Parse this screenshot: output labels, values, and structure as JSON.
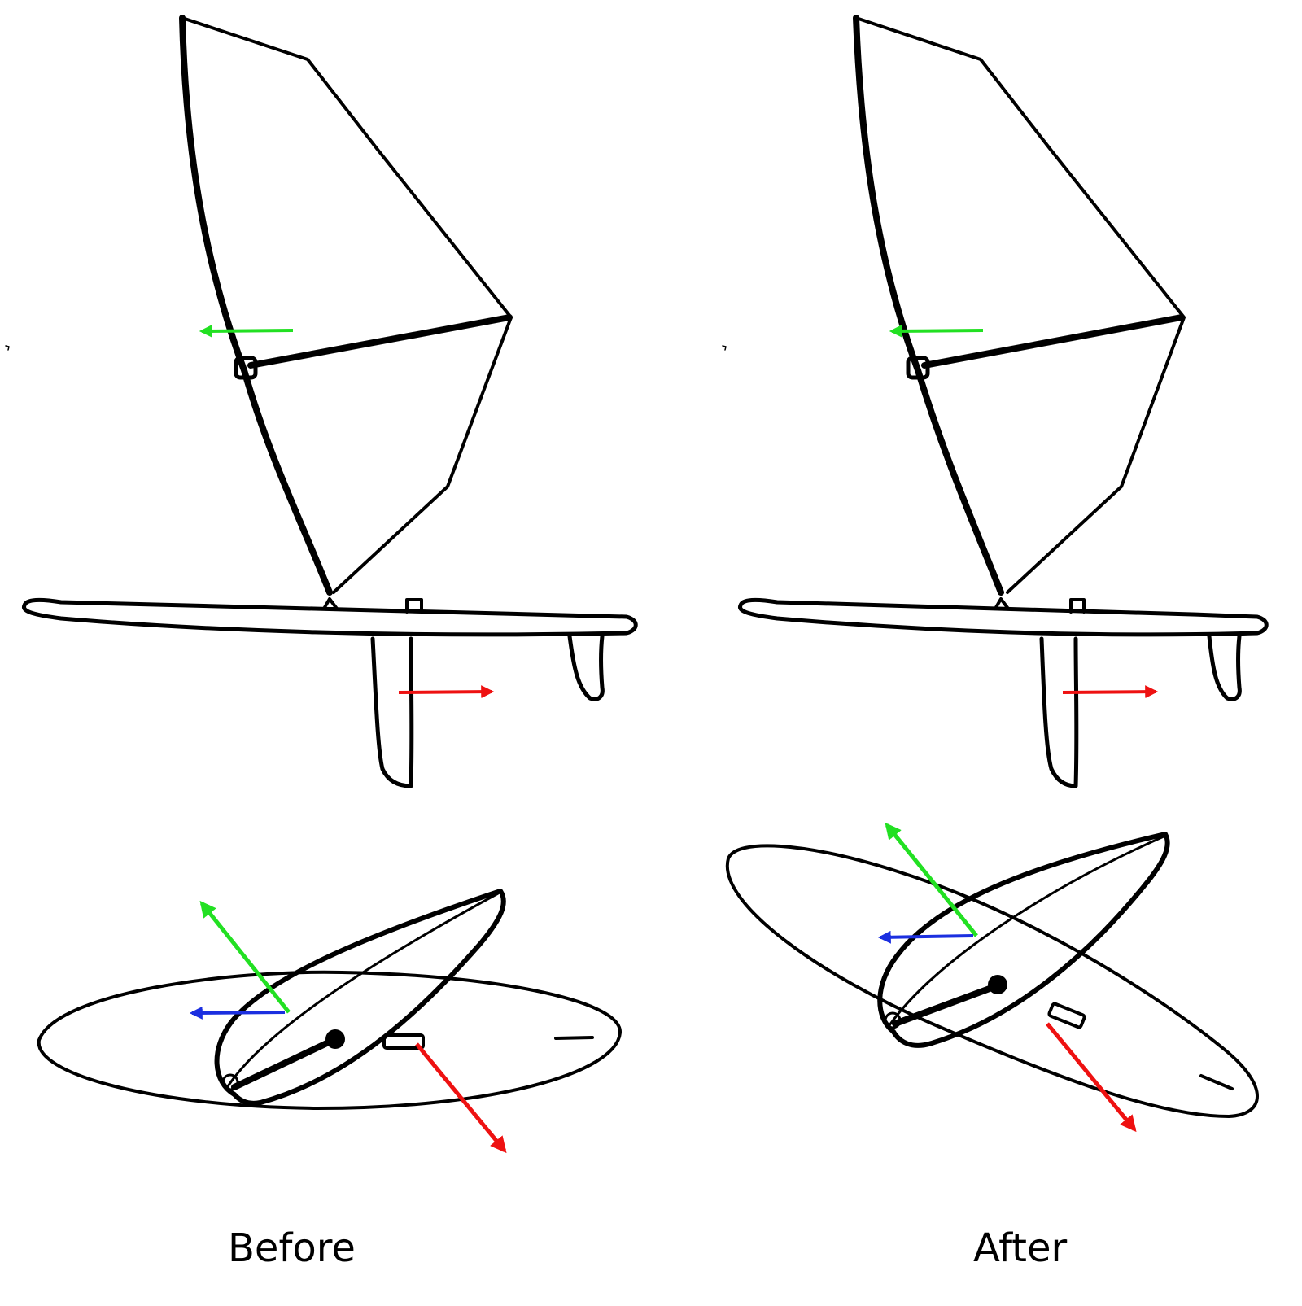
{
  "panels": [
    {
      "id": "before",
      "caption": "Before"
    },
    {
      "id": "after",
      "caption": "After"
    }
  ],
  "colors": {
    "ink": "#000000",
    "sail_force_arrow": "#22e022",
    "fin_force_arrow": "#ee1111",
    "drive_force_arrow": "#1b2fe0",
    "background": "#ffffff"
  }
}
